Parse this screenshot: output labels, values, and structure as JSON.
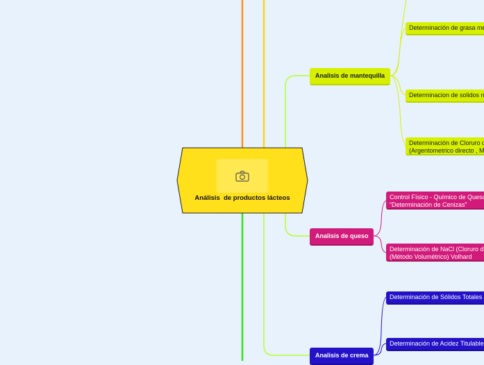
{
  "central": {
    "title": "Análisis  de productos lácteos",
    "image_icon": "camera-icon"
  },
  "branches": {
    "mantequilla": {
      "label": "Analisis de mantequilla",
      "color": "#d6f000",
      "items": [
        "Determinación de grasa mé",
        "Determinacion de solidos n",
        "Determinación de Cloruro d",
        "(Argentometrico directo , M"
      ]
    },
    "queso": {
      "label": "Analisis de queso",
      "color": "#d21a7a",
      "items": [
        "Control Físico - Químico de Queso",
        "“Determinación de Cenizas”",
        "Determinación de NaCl (Cloruro de",
        "(Método Volumétrico) Volhard"
      ]
    },
    "crema": {
      "label": "Analisis de crema",
      "color": "#2412c8",
      "items": [
        "Determinación de Sólidos Totales",
        "Determinación de Acidez Titulable"
      ]
    }
  }
}
